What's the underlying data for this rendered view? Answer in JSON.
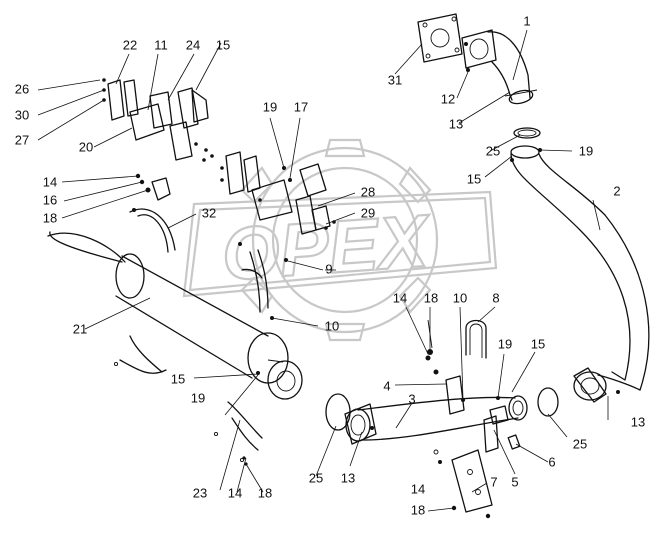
{
  "watermark": {
    "text": "OPEX"
  },
  "callouts": [
    {
      "id": "c1",
      "label": "1"
    },
    {
      "id": "c2",
      "label": "2"
    },
    {
      "id": "c3",
      "label": "3"
    },
    {
      "id": "c4",
      "label": "4"
    },
    {
      "id": "c5",
      "label": "5"
    },
    {
      "id": "c6",
      "label": "6"
    },
    {
      "id": "c7",
      "label": "7"
    },
    {
      "id": "c8",
      "label": "8"
    },
    {
      "id": "c9",
      "label": "9"
    },
    {
      "id": "c10a",
      "label": "10"
    },
    {
      "id": "c10b",
      "label": "10"
    },
    {
      "id": "c11",
      "label": "11"
    },
    {
      "id": "c12",
      "label": "12"
    },
    {
      "id": "c13a",
      "label": "13"
    },
    {
      "id": "c13b",
      "label": "13"
    },
    {
      "id": "c13c",
      "label": "13"
    },
    {
      "id": "c14a",
      "label": "14"
    },
    {
      "id": "c14b",
      "label": "14"
    },
    {
      "id": "c14c",
      "label": "14"
    },
    {
      "id": "c14d",
      "label": "14"
    },
    {
      "id": "c15a",
      "label": "15"
    },
    {
      "id": "c15b",
      "label": "15"
    },
    {
      "id": "c15c",
      "label": "15"
    },
    {
      "id": "c15d",
      "label": "15"
    },
    {
      "id": "c16",
      "label": "16"
    },
    {
      "id": "c17",
      "label": "17"
    },
    {
      "id": "c18a",
      "label": "18"
    },
    {
      "id": "c18b",
      "label": "18"
    },
    {
      "id": "c18c",
      "label": "18"
    },
    {
      "id": "c18d",
      "label": "18"
    },
    {
      "id": "c19a",
      "label": "19"
    },
    {
      "id": "c19b",
      "label": "19"
    },
    {
      "id": "c19c",
      "label": "19"
    },
    {
      "id": "c19d",
      "label": "19"
    },
    {
      "id": "c20",
      "label": "20"
    },
    {
      "id": "c21",
      "label": "21"
    },
    {
      "id": "c22",
      "label": "22"
    },
    {
      "id": "c23",
      "label": "23"
    },
    {
      "id": "c24",
      "label": "24"
    },
    {
      "id": "c25a",
      "label": "25"
    },
    {
      "id": "c25b",
      "label": "25"
    },
    {
      "id": "c25c",
      "label": "25"
    },
    {
      "id": "c26",
      "label": "26"
    },
    {
      "id": "c27",
      "label": "27"
    },
    {
      "id": "c28",
      "label": "28"
    },
    {
      "id": "c29",
      "label": "29"
    },
    {
      "id": "c30",
      "label": "30"
    },
    {
      "id": "c31",
      "label": "31"
    },
    {
      "id": "c32",
      "label": "32"
    }
  ]
}
